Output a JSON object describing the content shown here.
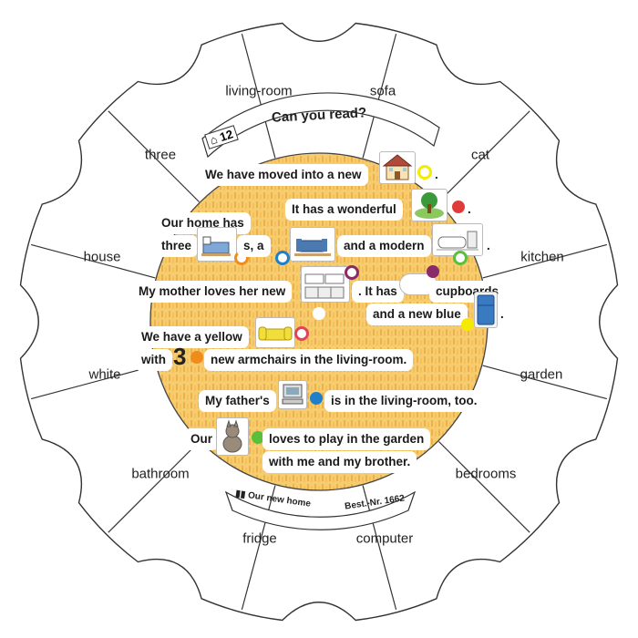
{
  "header": {
    "title": "Can you read?",
    "number": "12"
  },
  "footer": {
    "set_name": "Our new home",
    "order_no": "Best.-Nr. 1662"
  },
  "answer_words": [
    "living-room",
    "sofa",
    "cat",
    "kitchen",
    "garden",
    "bedrooms",
    "computer",
    "fridge",
    "bathroom",
    "white",
    "house",
    "three"
  ],
  "sentences": {
    "s1": "We have moved into a new",
    "s2": "It has a wonderful",
    "s3a": "Our home has",
    "s3b": "three",
    "s3c": "s, a",
    "s3d": "and a modern",
    "s4a": "My mother loves her new",
    "s4b": ". It has",
    "s4c": "cupboards",
    "s4d": "and a new blue",
    "s5a": "We have a yellow",
    "s5b": "with",
    "s5c": "new armchairs in the living-room.",
    "s6a": "My father's",
    "s6b": "is in the living-room, too.",
    "s7a": "Our",
    "s7b": "loves to play in the garden",
    "s7c": "with me and my brother."
  },
  "numerals": {
    "three": "3"
  },
  "punctuation": {
    "dot": "."
  },
  "colors": {
    "board_bg": "#f6cc6e",
    "pattern": "#f0bb55",
    "yellow": "#f5ea00",
    "red": "#e03b3b",
    "orange": "#f08c1a",
    "blue": "#1f7fc9",
    "green": "#5ac03c",
    "purple": "#8a2a68",
    "pink": "#e0445a",
    "white": "#ffffff"
  },
  "icons": [
    "house-icon",
    "tree-garden-icon",
    "bedroom-icon",
    "living-room-icon",
    "bathroom-icon",
    "kitchen-icon",
    "cloud-white-icon",
    "fridge-icon",
    "sofa-icon",
    "computer-icon",
    "cat-icon"
  ]
}
